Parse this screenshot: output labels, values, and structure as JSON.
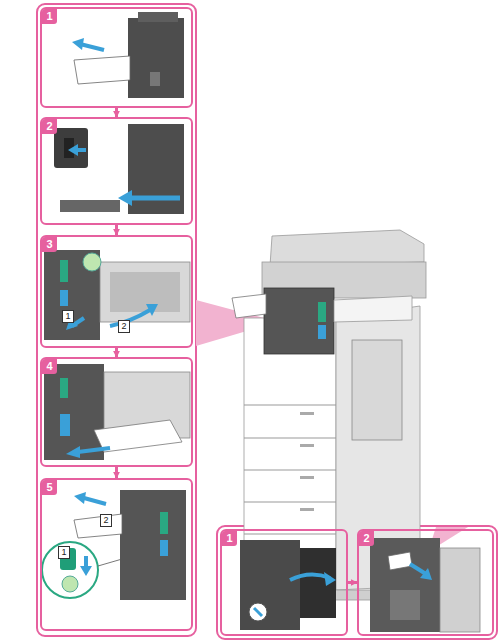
{
  "diagram": {
    "nodes": [
      {
        "text": [
          "1"
        ]
      },
      {
        "text": [
          "2"
        ]
      },
      {
        "text": [
          "3"
        ]
      },
      {
        "text": [
          "4"
        ]
      },
      {
        "text": [
          "5"
        ]
      },
      {
        "text": [
          "1"
        ]
      },
      {
        "text": [
          "2"
        ]
      }
    ],
    "edges": [
      {
        "from": 0,
        "to": 1,
        "arrow": "to"
      },
      {
        "from": 1,
        "to": 2,
        "arrow": "to"
      },
      {
        "from": 2,
        "to": 3,
        "arrow": "to"
      },
      {
        "from": 3,
        "to": 4,
        "arrow": "to"
      },
      {
        "from": 5,
        "to": 6,
        "arrow": "to"
      }
    ],
    "labels": [
      "1",
      "2",
      "2",
      "1"
    ]
  }
}
